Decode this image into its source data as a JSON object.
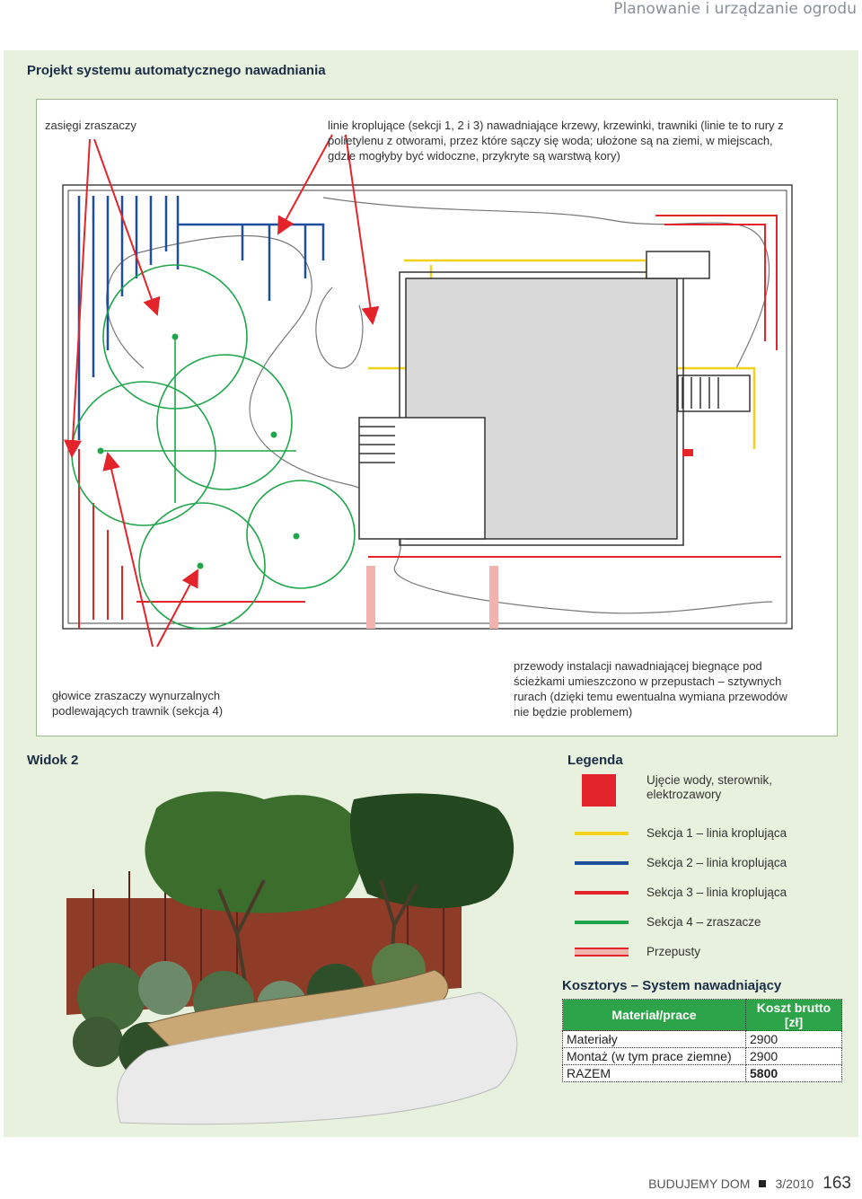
{
  "header": {
    "title": "Planowanie i urządzanie ogrodu"
  },
  "project": {
    "title": "Projekt systemu automatycznego nawadniania"
  },
  "captions": {
    "sprinkler_range": "zasięgi zraszaczy",
    "drip_lines": "linie kroplujące (sekcji 1, 2 i 3) nawadniające krzewy, krzewinki, trawniki (linie te to rury z polietylenu z otworami, przez które sączy się woda; ułożone są na ziemi, w miejscach, gdzie mogłyby być widoczne, przykryte są warstwą kory)",
    "sprinkler_heads": "głowice zraszaczy wynurzalnych podlewających trawnik (sekcja 4)",
    "pipes": "przewody instalacji nawadniającej biegnące pod ścieżkami umieszczono w przepustach – sztywnych rurach (dzięki temu ewentualna wymiana przewodów nie będzie problemem)"
  },
  "view": {
    "title": "Widok 2"
  },
  "legend": {
    "title": "Legenda",
    "items": [
      {
        "label": "Ujęcie wody, sterownik, elektrozawory",
        "color": "#e3242b"
      },
      {
        "label": "Sekcja 1 – linia kroplująca",
        "color": "#f2d21b"
      },
      {
        "label": "Sekcja 2 – linia kroplująca",
        "color": "#1f4e9c"
      },
      {
        "label": "Sekcja 3 – linia kroplująca",
        "color": "#e3242b"
      },
      {
        "label": "Sekcja 4 – zraszacze",
        "color": "#1fa64a"
      },
      {
        "label": "Przepusty",
        "color": "#f1b3ad"
      }
    ]
  },
  "cost": {
    "title": "Kosztorys – System nawadniający",
    "col_material": "Materiał/prace",
    "col_cost": "Koszt brutto [zł]",
    "rows": [
      {
        "label": "Materiały",
        "value": "2900"
      },
      {
        "label": "Montaż (w tym prace ziemne)",
        "value": "2900"
      }
    ],
    "total_label": "RAZEM",
    "total_value": "5800"
  },
  "footer": {
    "magazine": "BUDUJEMY DOM",
    "issue": "3/2010",
    "page": "163"
  }
}
